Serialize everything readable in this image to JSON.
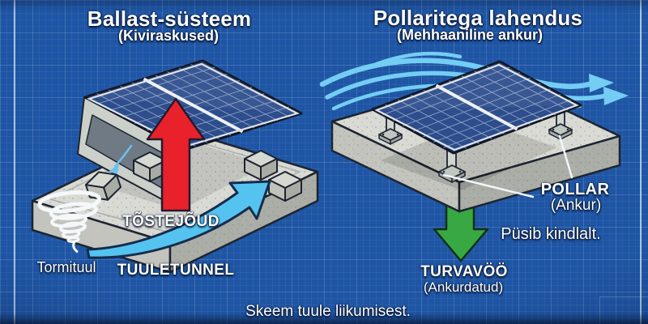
{
  "caption": "Skeem tuule liikumisest.",
  "left_diagram": {
    "title": "Ballast-süsteem",
    "subtitle": "(Kiviraskused)",
    "lift_label": "TÕSTEJÕUD",
    "tunnel_label": "TUULETUNNEL",
    "storm_label": "Tormituul"
  },
  "right_diagram": {
    "title": "Pollaritega lahendus",
    "subtitle": "(Mehhaaniline ankur)",
    "pollar_label": "POLLAR",
    "pollar_sub": "(Ankur)",
    "firm_label": "Püsib kindlalt.",
    "belt_label": "TURVAVÖÖ",
    "belt_sub": "(Ankurdatud)"
  },
  "icons": {
    "tornado": "tornado-icon",
    "wind_flow": "wind-flow-lines-icon",
    "lift_arrow": "lift-arrow-icon",
    "wind_tunnel_arrow": "wind-tunnel-arrow-icon",
    "anchor_down_arrow": "anchor-down-arrow-icon"
  },
  "colors": {
    "background": "#1e55a4",
    "grid_line": "#3b6cb5",
    "lift_arrow_red": "#e8212b",
    "wind_blue": "#55c3ef",
    "anchor_green": "#38a843",
    "panel_blue": "#2d4d8c",
    "concrete_gray": "#d9dad4",
    "text_white": "#ffffff"
  }
}
